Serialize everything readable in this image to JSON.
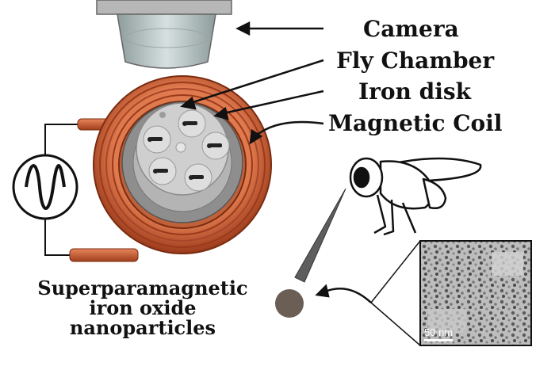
{
  "labels": {
    "camera": "Camera",
    "fly_chamber": "Fly Chamber",
    "iron_disk": "Iron disk",
    "magnetic_coil": "Magnetic Coil"
  },
  "nanoparticles": {
    "line1": "Superparamagnetic",
    "line2": "iron oxide",
    "line3": "nanoparticles"
  },
  "micrograph": {
    "scale_bar": "50 nm"
  },
  "colors": {
    "coil": "#c8552c",
    "coil_dark": "#8a2e14",
    "disk": "#8c8c8c",
    "camera": "#b8c4c4",
    "particle": "#6b5e55",
    "text": "#111111"
  }
}
